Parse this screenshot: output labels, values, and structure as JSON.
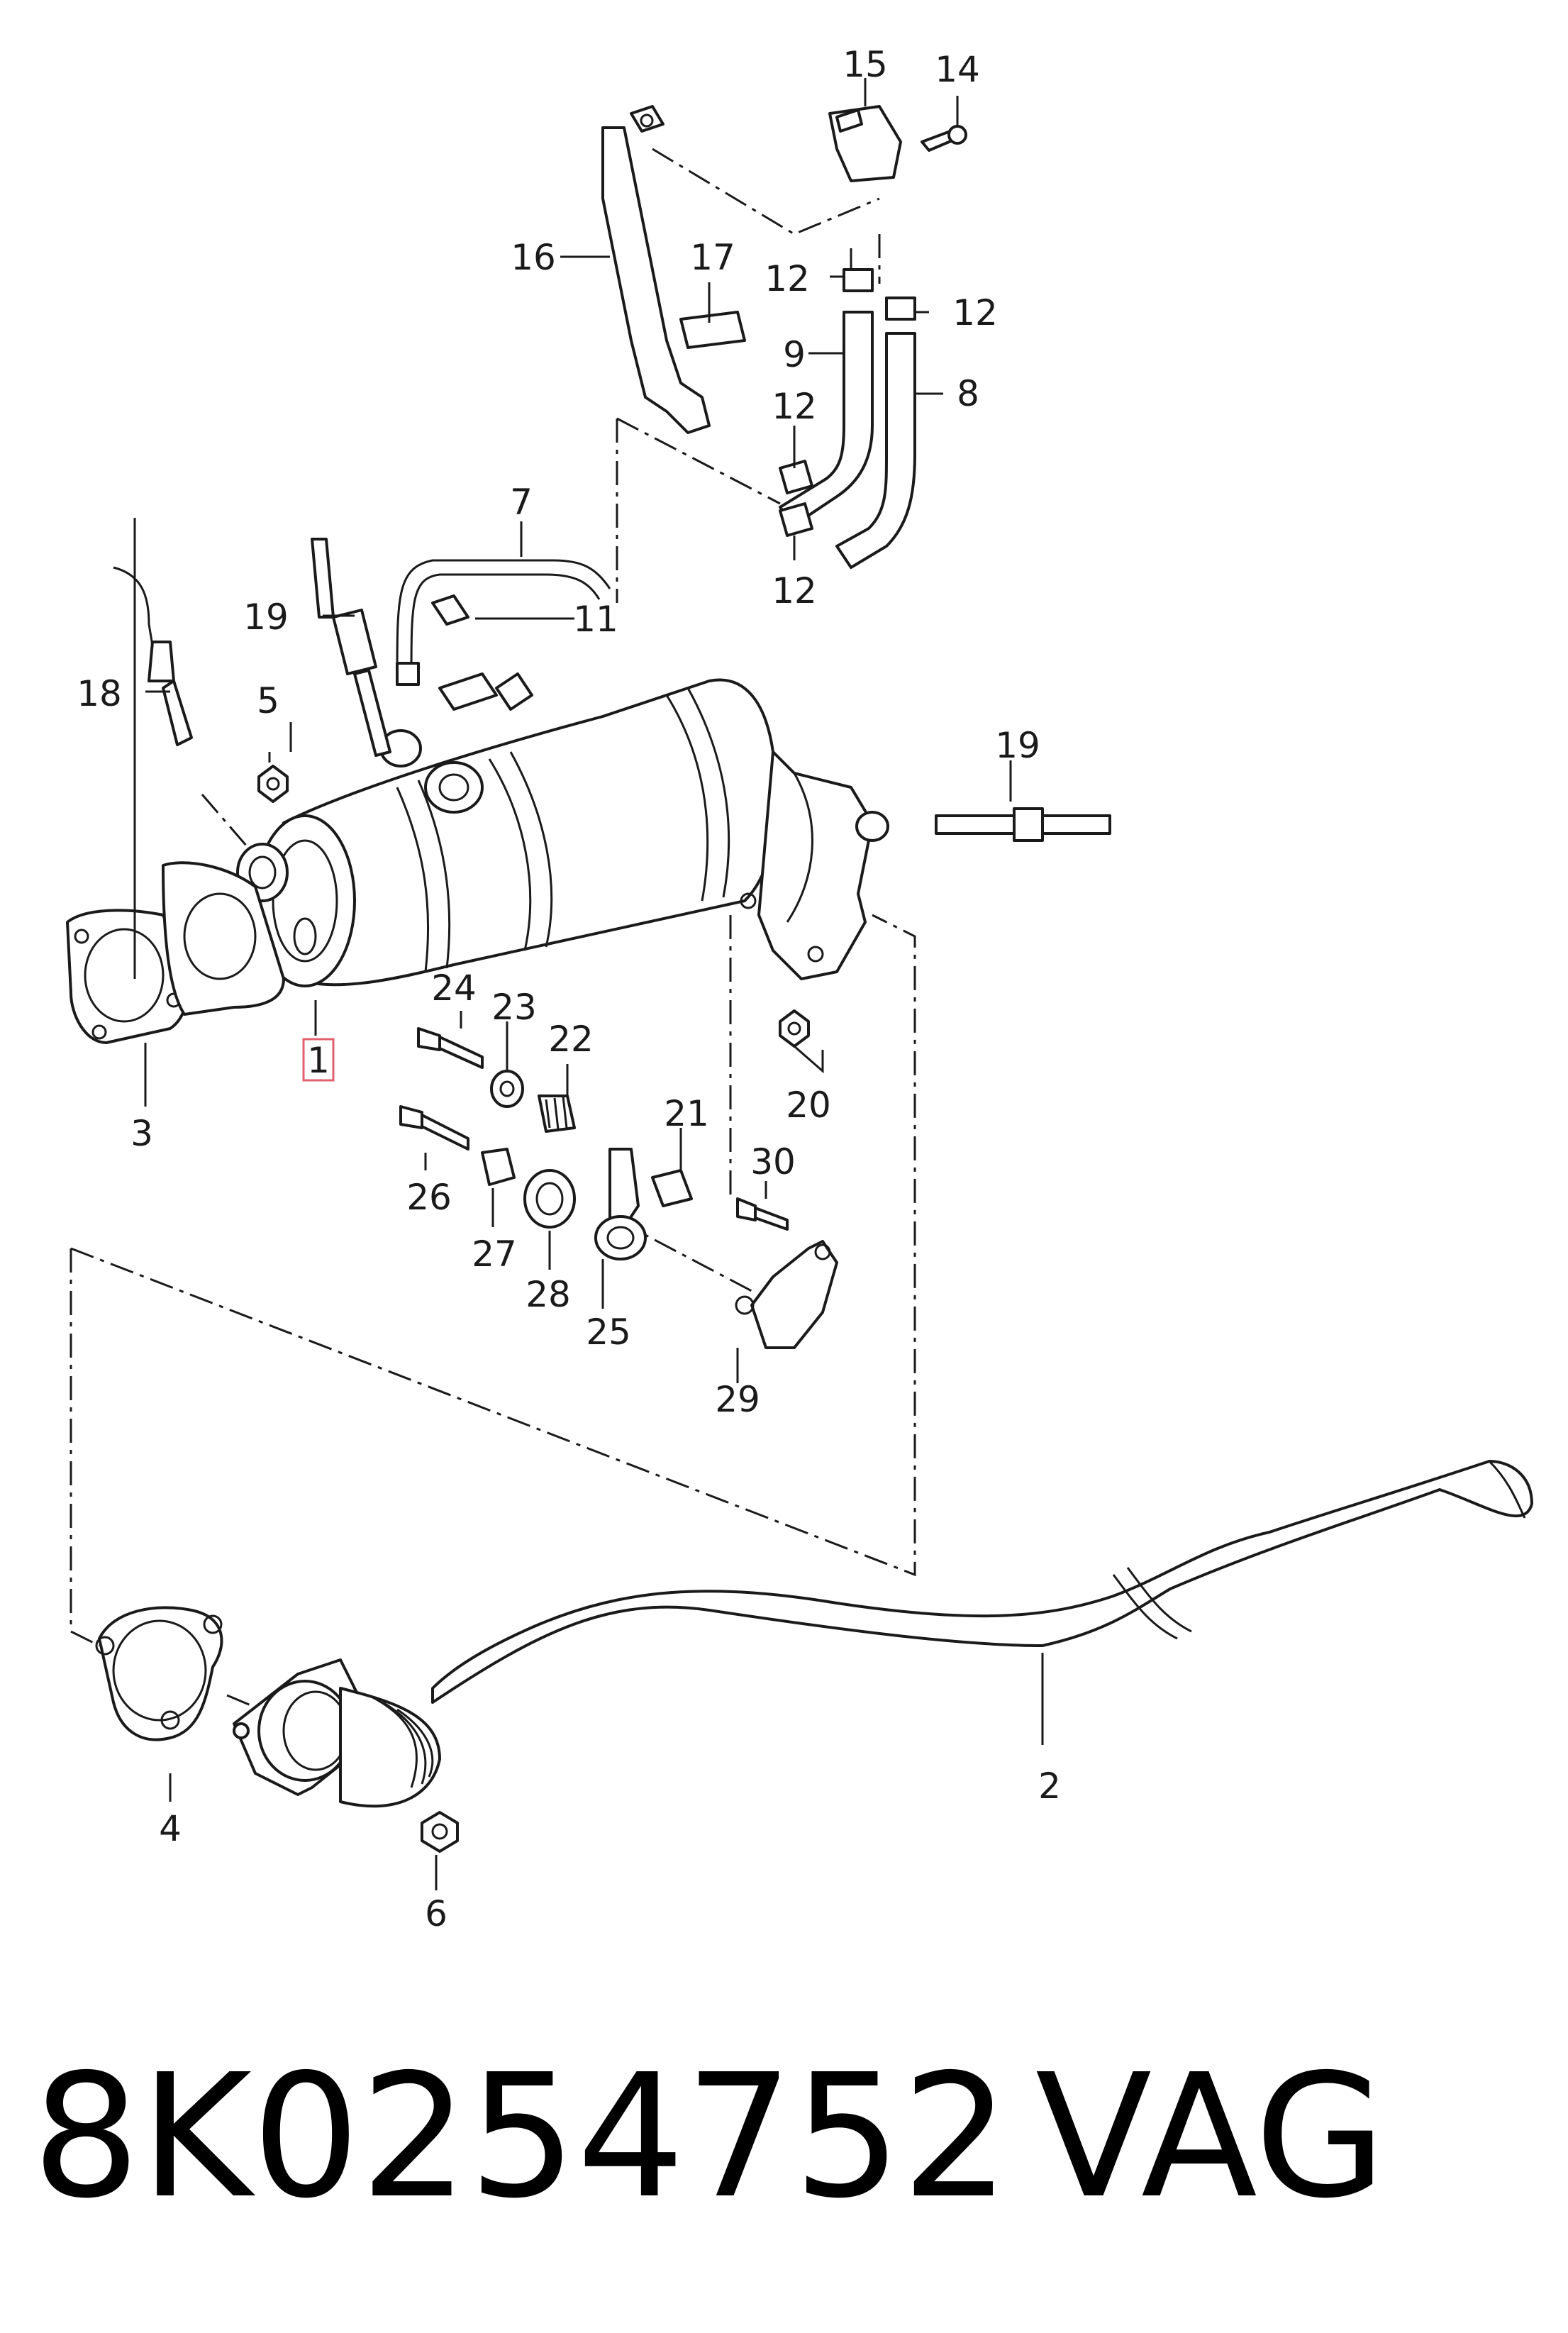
{
  "diagram": {
    "part_number": "8K0254752",
    "brand": "VAG",
    "callouts": [
      {
        "id": "c1",
        "text": "1"
      },
      {
        "id": "c2",
        "text": "2"
      },
      {
        "id": "c3",
        "text": "3"
      },
      {
        "id": "c4",
        "text": "4"
      },
      {
        "id": "c5",
        "text": "5"
      },
      {
        "id": "c6",
        "text": "6"
      },
      {
        "id": "c7",
        "text": "7"
      },
      {
        "id": "c8",
        "text": "8"
      },
      {
        "id": "c9",
        "text": "9"
      },
      {
        "id": "c11",
        "text": "11"
      },
      {
        "id": "c12a",
        "text": "12"
      },
      {
        "id": "c12b",
        "text": "12"
      },
      {
        "id": "c12c",
        "text": "12"
      },
      {
        "id": "c12d",
        "text": "12"
      },
      {
        "id": "c14",
        "text": "14"
      },
      {
        "id": "c15",
        "text": "15"
      },
      {
        "id": "c16",
        "text": "16"
      },
      {
        "id": "c17",
        "text": "17"
      },
      {
        "id": "c18",
        "text": "18"
      },
      {
        "id": "c19a",
        "text": "19"
      },
      {
        "id": "c19b",
        "text": "19"
      },
      {
        "id": "c20",
        "text": "20"
      },
      {
        "id": "c21",
        "text": "21"
      },
      {
        "id": "c22",
        "text": "22"
      },
      {
        "id": "c23",
        "text": "23"
      },
      {
        "id": "c24",
        "text": "24"
      },
      {
        "id": "c25",
        "text": "25"
      },
      {
        "id": "c26",
        "text": "26"
      },
      {
        "id": "c27",
        "text": "27"
      },
      {
        "id": "c28",
        "text": "28"
      },
      {
        "id": "c29",
        "text": "29"
      },
      {
        "id": "c30",
        "text": "30"
      }
    ]
  }
}
